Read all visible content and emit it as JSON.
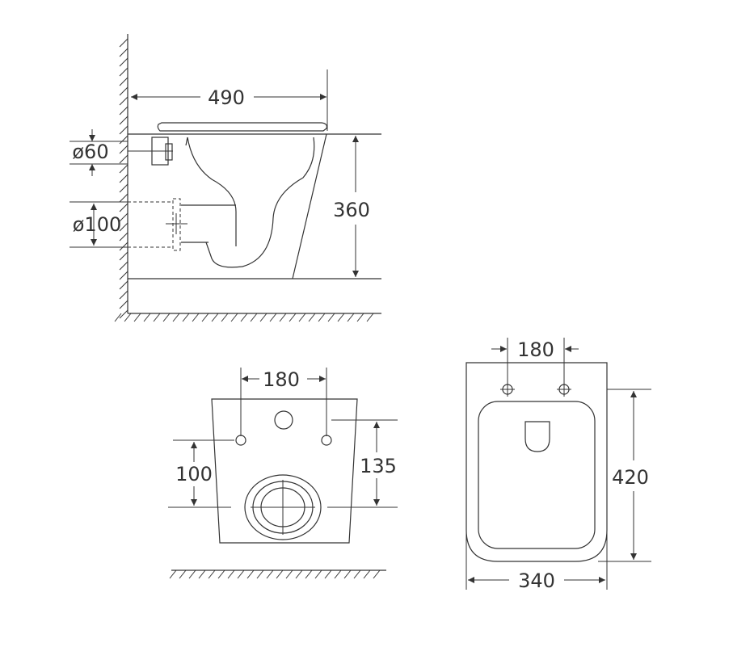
{
  "side_view": {
    "depth_label": "490",
    "height_label": "360",
    "inlet_diameter_label": "ø60",
    "outlet_diameter_label": "ø100"
  },
  "rear_view": {
    "bolt_spacing_label": "180",
    "outlet_height_label": "100",
    "bolt_height_label": "135"
  },
  "top_view": {
    "bolt_spacing_label": "180",
    "length_label": "420",
    "width_label": "340"
  },
  "colors": {
    "line": "#333333",
    "background": "#ffffff"
  }
}
